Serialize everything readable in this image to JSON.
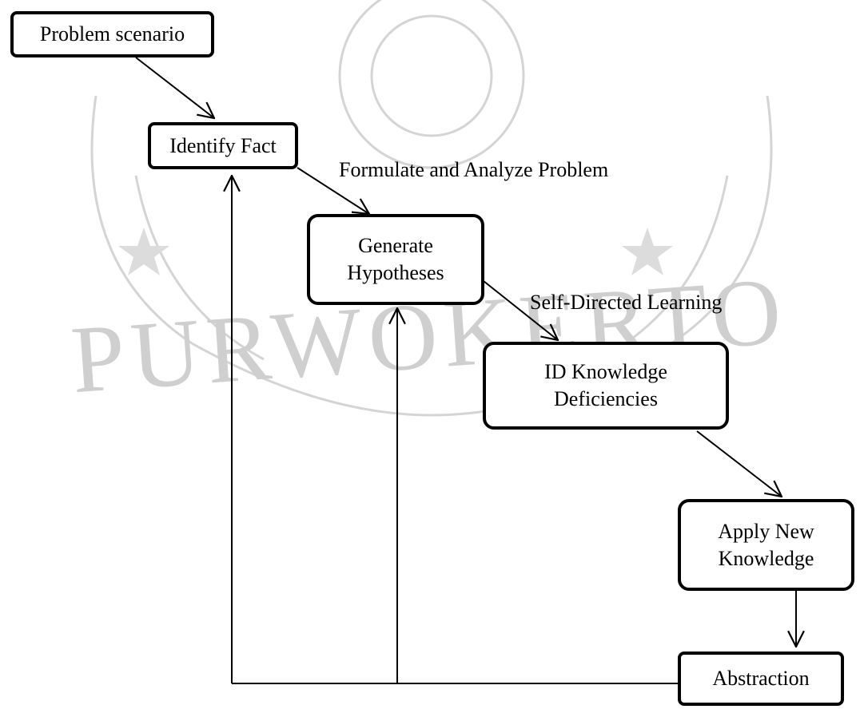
{
  "nodes": {
    "problem_scenario": "Problem scenario",
    "identify_fact": "Identify Fact",
    "generate_hypotheses": [
      "Generate",
      "Hypotheses"
    ],
    "id_knowledge": [
      "ID Knowledge",
      "Deficiencies"
    ],
    "apply_knowledge": [
      "Apply New",
      "Knowledge"
    ],
    "abstraction": "Abstraction"
  },
  "labels": {
    "formulate": "Formulate and Analyze Problem",
    "self_directed": "Self-Directed Learning"
  },
  "watermark": {
    "text": "PURWOKERTO",
    "color": "#bdbdbd"
  },
  "colors": {
    "stroke": "#000000",
    "background": "#ffffff"
  }
}
